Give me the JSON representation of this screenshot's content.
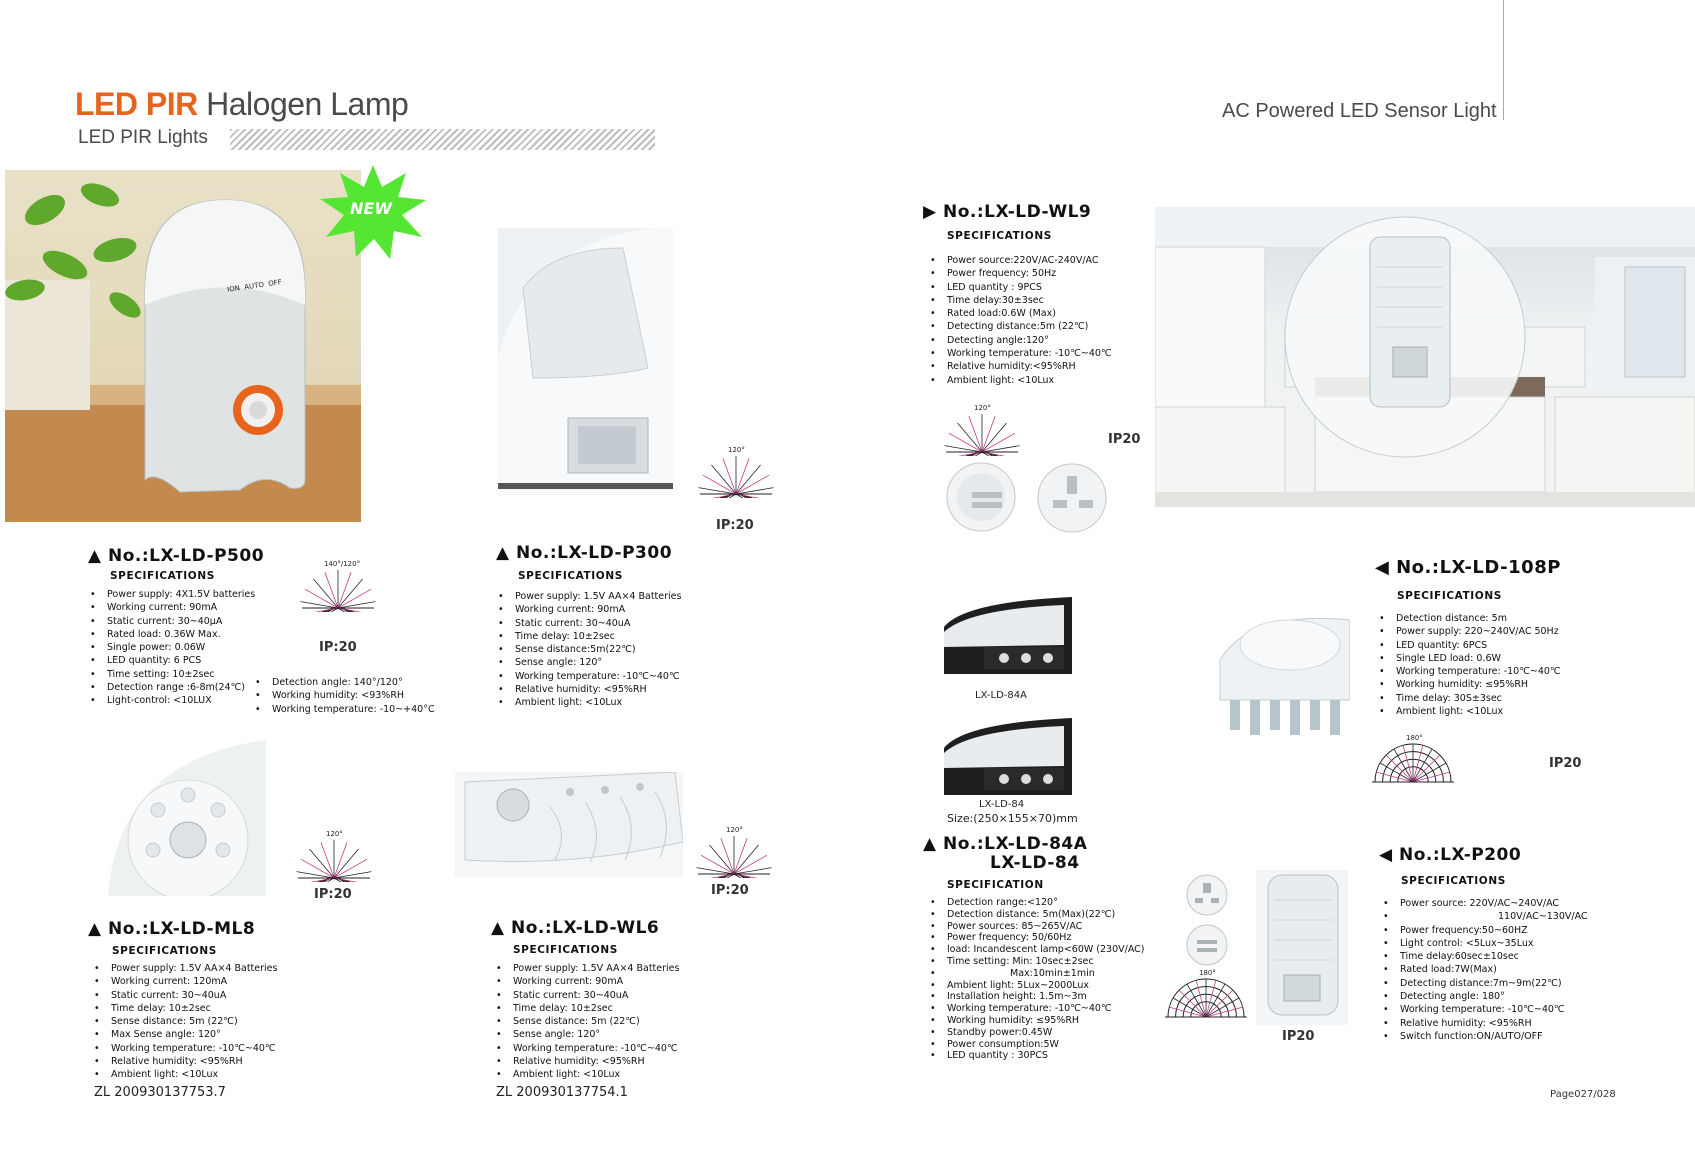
{
  "header": {
    "title_accent": "LED PIR",
    "title_rest": " Halogen Lamp",
    "subtitle": "LED PIR Lights",
    "right_title": "AC Powered LED Sensor Light"
  },
  "colors": {
    "accent": "#e8631c",
    "new_badge": "#55e633"
  },
  "new_badge": "NEW",
  "products": {
    "p500": {
      "name": "No.:LX-LD-P500",
      "spec_title": "SPECIFICATIONS",
      "specs": [
        "Power supply: 4X1.5V batteries",
        "Working current: 90mA",
        "Static current: 30~40μA",
        "Rated load: 0.36W Max.",
        "Single power: 0.06W",
        "LED quantity: 6 PCS",
        "Time setting: 10±2sec",
        "Detection range :6-8m(24℃)",
        "Light-control: <10LUX"
      ],
      "specs2": [
        "Detection angle: 140°/120°",
        "Working humidity: <93%RH",
        "Working temperature: -10~+40°C"
      ],
      "fan_label": "140°/120°",
      "ip": "IP:20",
      "switch_labels": [
        "ION",
        "AUTO",
        "OFF"
      ]
    },
    "p300": {
      "name": "No.:LX-LD-P300",
      "spec_title": "SPECIFICATIONS",
      "specs": [
        "Power supply: 1.5V AA×4 Batteries",
        "Working current: 90mA",
        "Static current: 30~40uA",
        "Time delay: 10±2sec",
        "Sense distance:5m(22℃)",
        "Sense angle: 120°",
        "Working temperature: -10℃~40℃",
        "Relative humidity: <95%RH",
        "Ambient light: <10Lux"
      ],
      "fan_label": "120°",
      "ip": "IP:20"
    },
    "ml8": {
      "name": "No.:LX-LD-ML8",
      "spec_title": "SPECIFICATIONS",
      "specs": [
        "Power supply: 1.5V AA×4 Batteries",
        "Working current: 120mA",
        "Static current: 30~40uA",
        "Time delay: 10±2sec",
        "Sense distance: 5m (22℃)",
        "Max Sense angle: 120°",
        "Working temperature: -10℃~40℃",
        "Relative humidity: <95%RH",
        "Ambient light: <10Lux"
      ],
      "fan_label": "120°",
      "ip": "IP:20",
      "patent": "ZL 200930137753.7"
    },
    "wl6": {
      "name": "No.:LX-LD-WL6",
      "spec_title": "SPECIFICATIONS",
      "specs": [
        "Power supply: 1.5V AA×4 Batteries",
        "Working current: 90mA",
        "Static current: 30~40uA",
        "Time delay: 10±2sec",
        "Sense distance: 5m (22℃)",
        "Sense angle: 120°",
        "Working temperature: -10℃~40℃",
        "Relative humidity: <95%RH",
        "Ambient light: <10Lux"
      ],
      "fan_label": "120°",
      "ip": "IP:20",
      "patent": "ZL 200930137754.1"
    },
    "wl9": {
      "name": "No.:LX-LD-WL9",
      "spec_title": "SPECIFICATIONS",
      "specs": [
        "Power source:220V/AC-240V/AC",
        "Power frequency: 50Hz",
        "LED quantity : 9PCS",
        "Time delay:30±3sec",
        "Rated load:0.6W (Max)",
        "Detecting distance:5m (22℃)",
        "Detecting angle:120°",
        "Working temperature: -10℃~40℃",
        "Relative humidity:<95%RH",
        "Ambient light: <10Lux"
      ],
      "fan_label": "120°",
      "ip": "IP20"
    },
    "ld84": {
      "name_line1": "No.:LX-LD-84A",
      "name_line2": "LX-LD-84",
      "spec_title": "SPECIFICATION",
      "img_label_a": "LX-LD-84A",
      "img_label_b": "LX-LD-84",
      "size": "Size:(250×155×70)mm",
      "specs": [
        "Detection range:<120°",
        "Detection distance: 5m(Max)(22℃)",
        "Power sources: 85~265V/AC",
        "Power frequency: 50/60Hz",
        "load: Incandescent lamp<60W  (230V/AC)",
        "Time setting: Min: 10sec±2sec",
        "Max:10min±1min",
        "Ambient light: 5Lux~2000Lux",
        "Installation height: 1.5m~3m",
        "Working temperature: -10℃~40℃",
        "Working humidity: ≤95%RH",
        "Standby power:0.45W",
        "Power consumption:5W",
        "LED quantity : 30PCS"
      ]
    },
    "p108": {
      "name": "No.:LX-LD-108P",
      "spec_title": "SPECIFICATIONS",
      "specs": [
        "Detection distance: 5m",
        "Power supply: 220~240V/AC  50Hz",
        "LED quantity: 6PCS",
        "Single LED load: 0.6W",
        "Working temperature: -10℃~40℃",
        "Working humidity: ≤95%RH",
        "Time delay: 30S±3sec",
        "Ambient light: <10Lux"
      ],
      "fan_label": "180°",
      "ip": "IP20"
    },
    "p200": {
      "name": "No.:LX-P200",
      "spec_title": "SPECIFICATIONS",
      "specs": [
        "Power source: 220V/AC~240V/AC",
        "110V/AC~130V/AC",
        "Power frequency:50~60HZ",
        "Light control: <5Lux~35Lux",
        "Time delay:60sec±10sec",
        "Rated load:7W(Max)",
        "Detecting distance:7m~9m(22℃)",
        "Detecting angle: 180°",
        "Working temperature: -10℃~40℃",
        "Relative humidity: <95%RH",
        "Switch function:ON/AUTO/OFF"
      ],
      "fan_label": "180°",
      "ip": "IP20"
    }
  },
  "page": "Page027/028"
}
